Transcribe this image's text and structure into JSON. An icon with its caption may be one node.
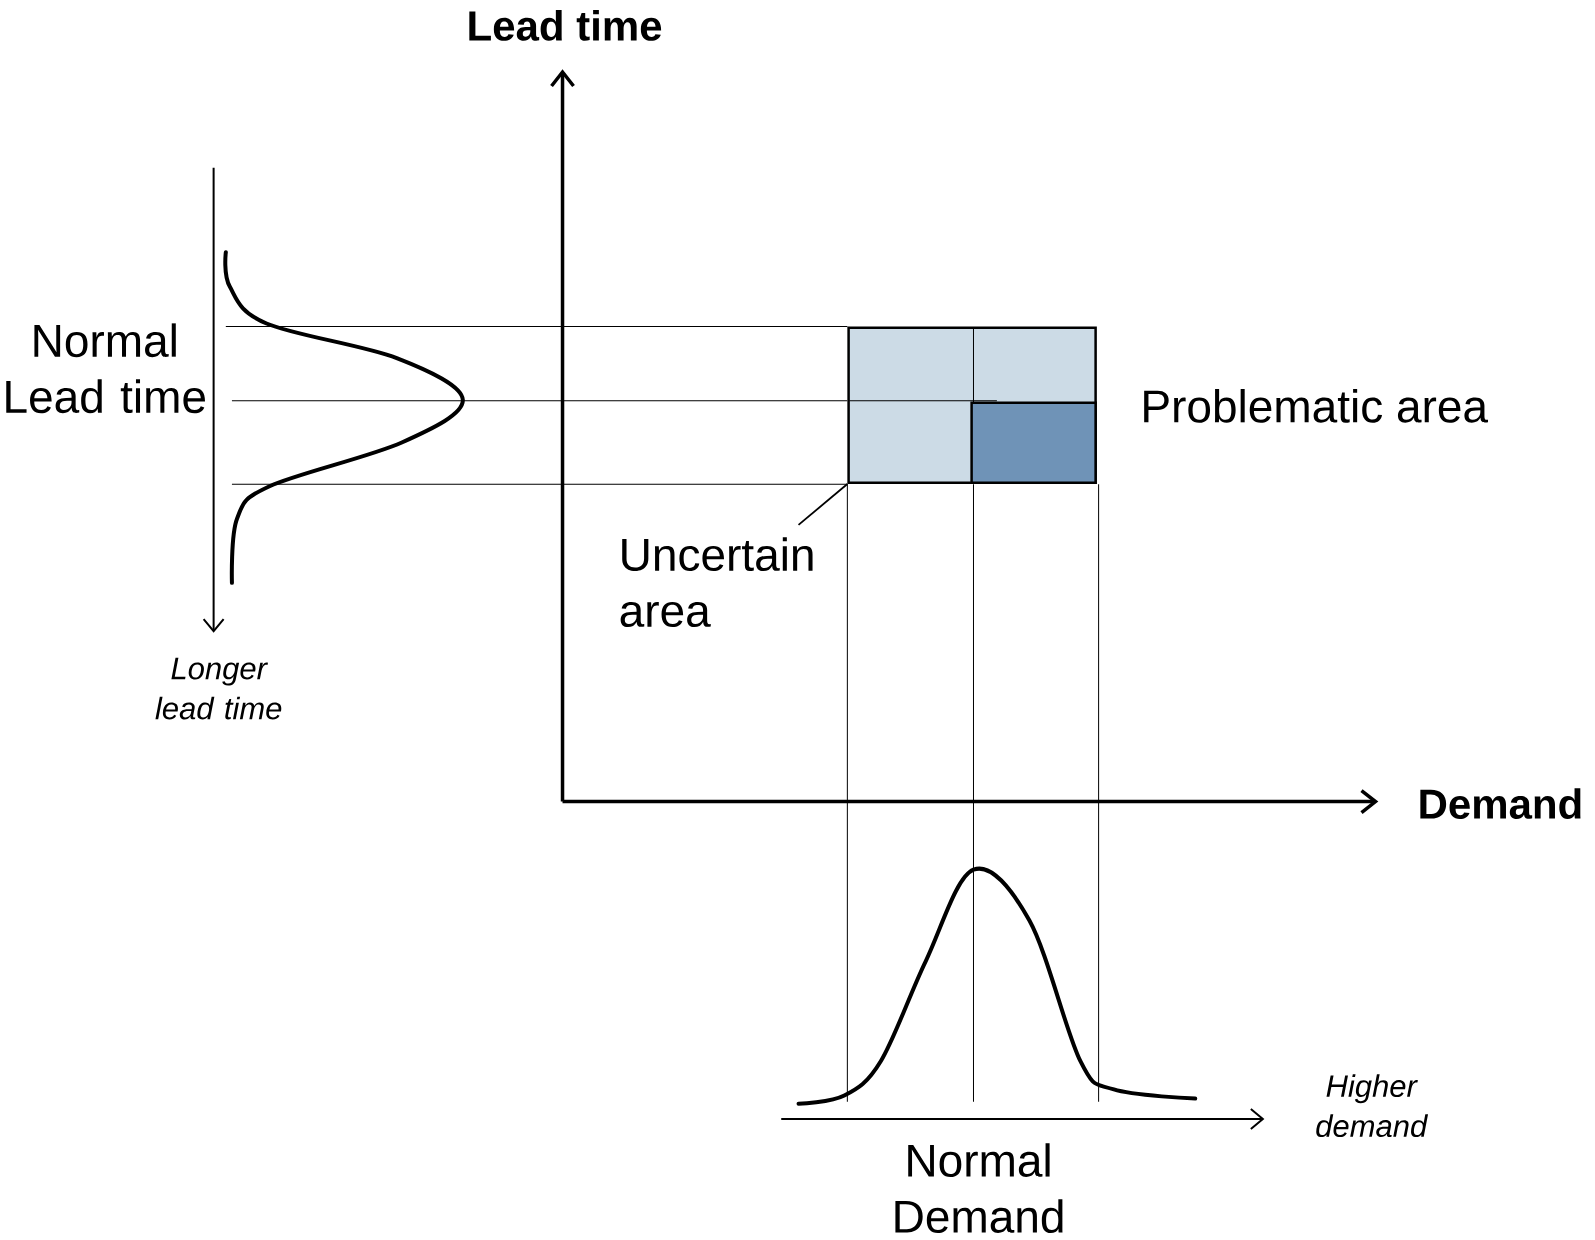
{
  "diagram": {
    "nodes": [
      {
        "text": [
          "Uncertain area"
        ]
      },
      {
        "text": [],
        "shape": "box"
      },
      {
        "text": [],
        "shape": "box",
        "in": 1
      }
    ],
    "edges": [
      {
        "from": 0,
        "to": 1,
        "arrow": "none"
      }
    ],
    "labels": [
      "Lead time",
      "Normal Lead time",
      "Problematic area",
      "Longer lead time",
      "Demand",
      "Normal Demand",
      "Higher demand"
    ]
  }
}
